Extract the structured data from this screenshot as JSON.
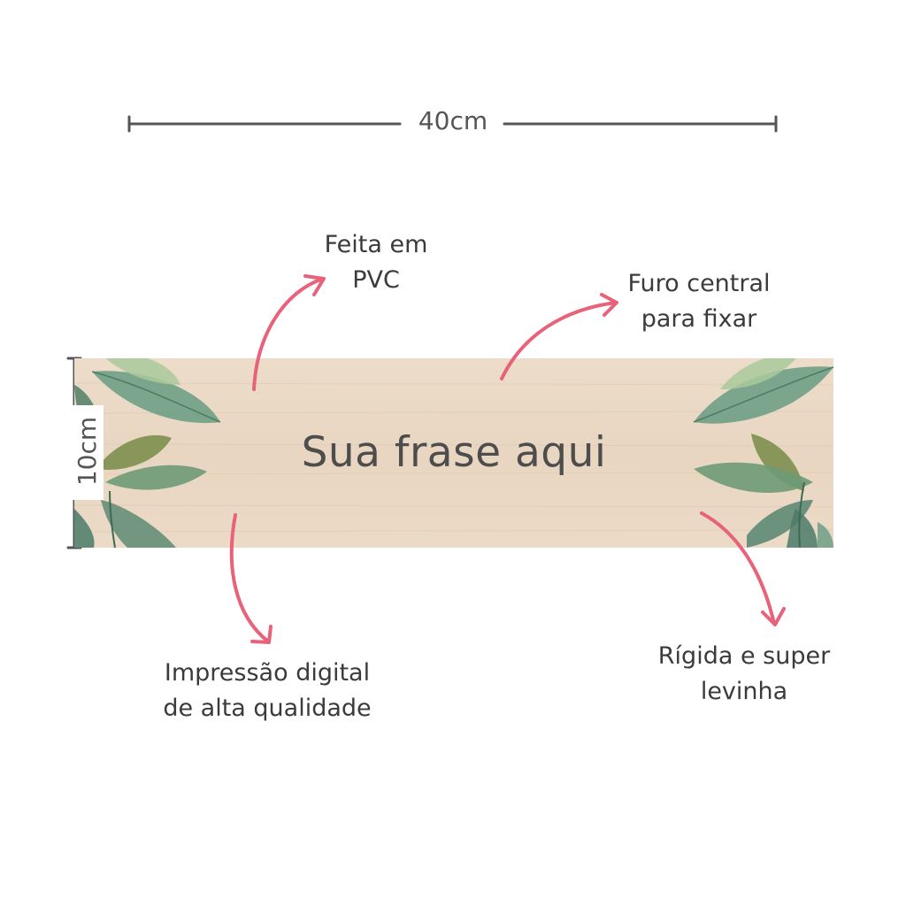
{
  "dimensions": {
    "width_label": "40cm",
    "height_label": "10cm"
  },
  "plaque": {
    "text": "Sua frase aqui",
    "wood_color": "#ead9c5",
    "leaf_colors": [
      "#5d8f6a",
      "#8ab48a",
      "#6b8a4a",
      "#3f6e5a"
    ]
  },
  "callouts": {
    "material": {
      "line1": "Feita em",
      "line2": "PVC"
    },
    "hole": {
      "line1": "Furo central",
      "line2": "para fixar"
    },
    "print": {
      "line1": "Impressão digital",
      "line2": "de alta qualidade"
    },
    "rigid": {
      "line1": "Rígida e super",
      "line2": "levinha"
    }
  },
  "colors": {
    "arrow": "#e8627a",
    "dimension_line": "#555555",
    "text": "#3b3b3b"
  }
}
